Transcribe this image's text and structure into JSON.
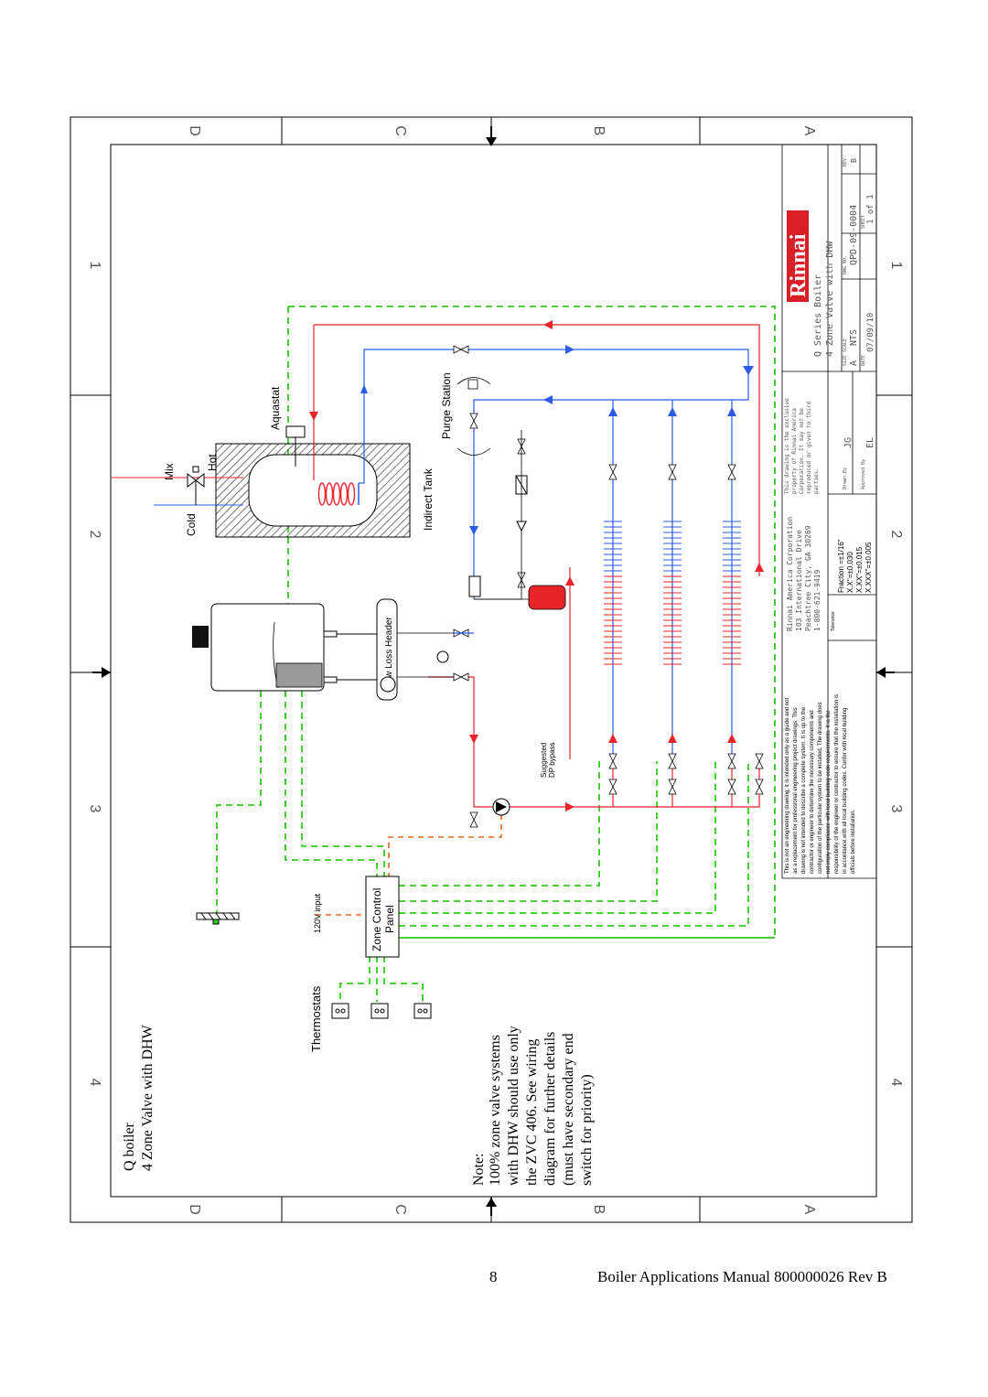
{
  "diagram": {
    "title_line1": "Q boiler",
    "title_line2": "4 Zone Valve with DHW",
    "note": {
      "heading": "Note:",
      "lines": [
        "100% zone valve systems",
        "with DHW should use only",
        "the ZVC 406. See wiring",
        "diagram for further details",
        "(must have secondary end",
        "switch for priority)"
      ]
    },
    "labels": {
      "thermostats": "Thermostats",
      "zone_control": "Zone Control",
      "panel": "Panel",
      "input_120v": "120V input",
      "low_loss_header": "Low Loss Header",
      "indirect_tank": "Indirect Tank",
      "purge_station": "Purge Station",
      "aquastat": "Aquastat",
      "mix": "Mix",
      "hot": "Hot",
      "cold": "Cold",
      "dp_bypass_1": "Suggested",
      "dp_bypass_2": "DP bypass"
    },
    "grid": {
      "rows": [
        "4",
        "3",
        "2",
        "1"
      ],
      "cols": [
        "D",
        "C",
        "B",
        "A"
      ]
    },
    "disclaimer": [
      "This is not an engineering drawing; it is intended only as a guide and not",
      "as a replacement for professional engineering project drawings. This",
      "drawing is not intended to describe a complete system. It is up to the",
      "contractor or engineer to determine the necessary components and",
      "configuration of the particular system to be installed. The drawing does",
      "not imply compliance with local building code requirements. It is the",
      "responsibility of the engineer or contractor to ensure that the installation is",
      "in accordance with all local building codes. Confer with local building",
      "officials before installation."
    ],
    "tolerance": {
      "label": "Tolerance",
      "fraction": "Fraction =±1/16\"",
      "x1": "X.X\"=±0.030",
      "x2": "X.XX\"=±0.015",
      "x3": "X.XXX\"=±0.005"
    },
    "company": {
      "lines": [
        "Rinnai America Corporation",
        "103 International Drive",
        "Peachtree City, GA 30269",
        "1-800-621-9419"
      ],
      "property": [
        "This drawing is the exclusive",
        "property of Rinnai America",
        "Corporation. It may not be",
        "reproduced or given to third",
        "parties."
      ],
      "logo": "Rinnai"
    },
    "title_block": {
      "drawn_by_label": "Drawn By",
      "drawn_by": "JG",
      "approved_by_label": "Approved By",
      "approved_by": "EL",
      "description_1": "Q Series Boiler",
      "description_2": "4 Zone Valve with DHW",
      "size_label": "SIZE",
      "size": "A",
      "scale_label": "SCALE",
      "scale": "NTS",
      "date_label": "DATE",
      "date": "07/09/10",
      "dwg_label": "DWG NO.",
      "dwg_no": "QPD-09-0004",
      "sheet_label": "SHEET",
      "sheet": "1 of 1",
      "rev_label": "REV",
      "rev": "B"
    }
  },
  "footer": {
    "page_number": "8",
    "manual_title": "Boiler Applications Manual 800000026 Rev B"
  },
  "colors": {
    "supply": "#e8242a",
    "return": "#2a5ce8",
    "wiring": "#2ecc1a",
    "power": "#e8671a",
    "tank_hatch": "#666666"
  }
}
